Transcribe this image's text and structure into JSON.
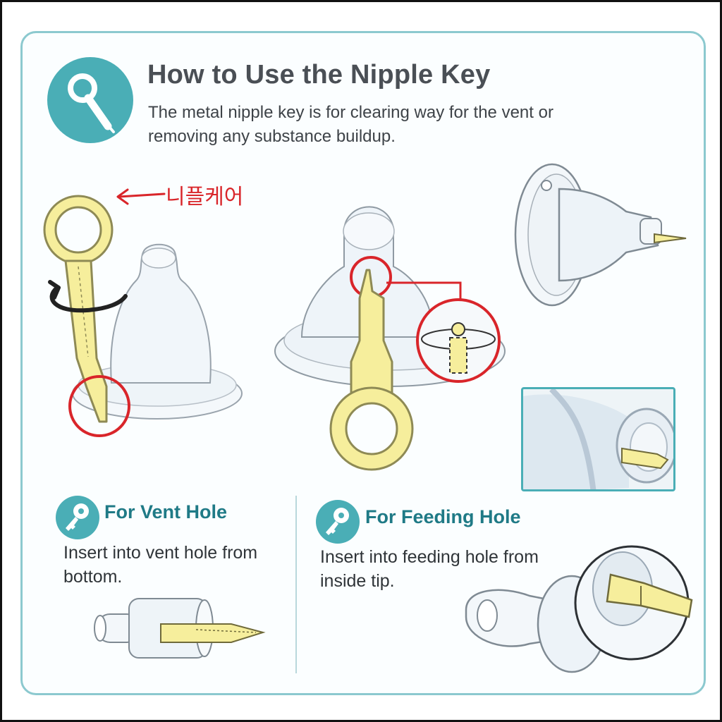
{
  "header": {
    "title": "How to Use the Nipple Key",
    "subtitle": "The metal nipple key is for clearing way for the vent or removing any substance buildup."
  },
  "illustration": {
    "annotation_label": "니플케어"
  },
  "sections": [
    {
      "title": "For Vent Hole",
      "body": "Insert into vent hole from bottom."
    },
    {
      "title": "For Feeding Hole",
      "body": "Insert into feeding hole from inside tip."
    }
  ],
  "colors": {
    "accent": "#4aaeb6",
    "key_fill": "#f6ee9c",
    "highlight": "#d9252a",
    "section_title": "#1f7a86"
  },
  "icons": [
    "key-icon",
    "rotate-arrow-icon"
  ]
}
